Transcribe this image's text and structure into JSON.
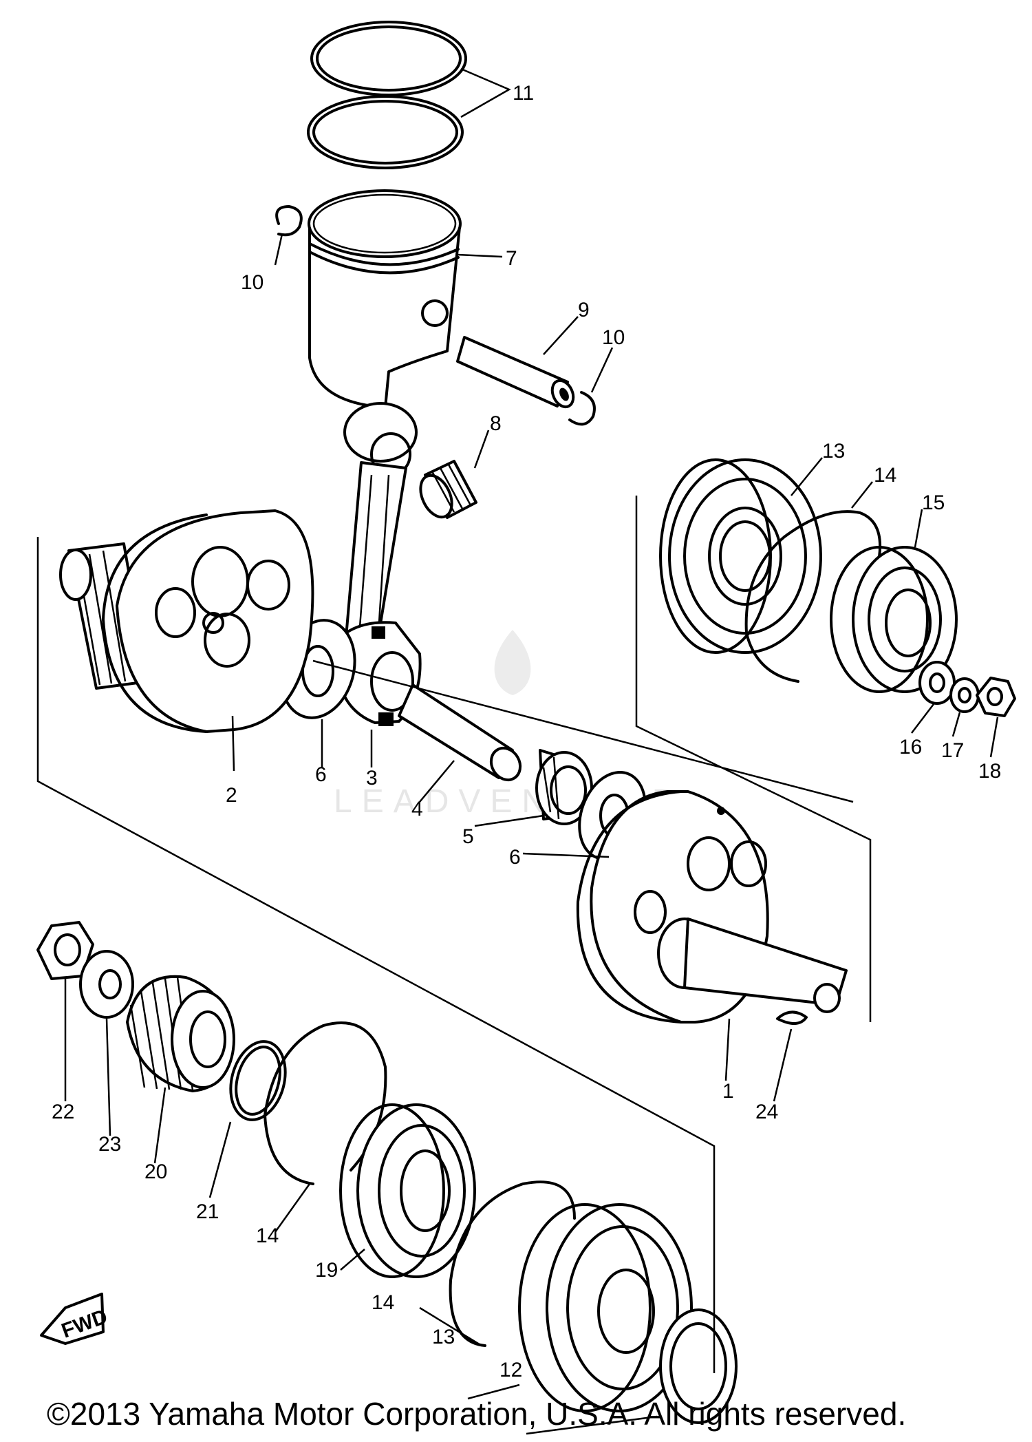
{
  "callouts": {
    "c1": "1",
    "c2": "2",
    "c3": "3",
    "c4": "4",
    "c5": "5",
    "c6a": "6",
    "c6b": "6",
    "c7": "7",
    "c8": "8",
    "c9": "9",
    "c10a": "10",
    "c10b": "10",
    "c11": "11",
    "c12": "12",
    "c13a": "13",
    "c13b": "13",
    "c14a": "14",
    "c14b": "14",
    "c14c": "14",
    "c15": "15",
    "c16": "16",
    "c17": "17",
    "c18": "18",
    "c19": "19",
    "c20": "20",
    "c21": "21",
    "c22": "22",
    "c23": "23",
    "c24": "24"
  },
  "fwd_label": "FWD",
  "watermark": "LEADVENTURE",
  "copyright": "©2013 Yamaha Motor Corporation, U.S.A. All rights reserved.",
  "icons": [
    "fwd-arrow-icon",
    "watermark-flame-icon"
  ]
}
